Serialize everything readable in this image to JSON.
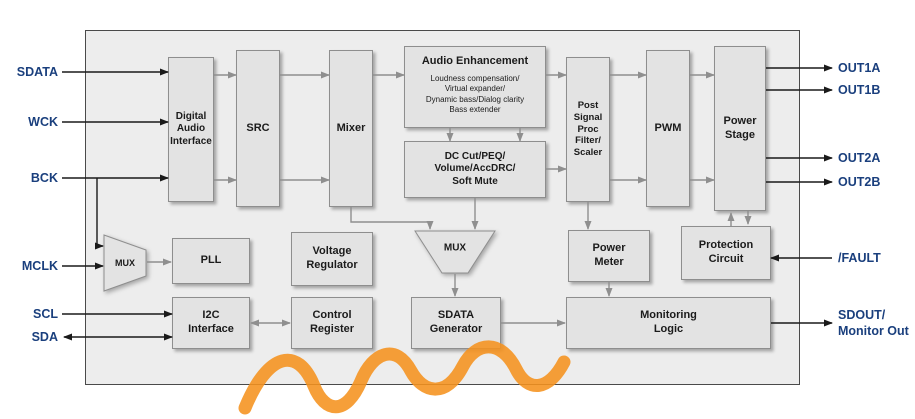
{
  "colors": {
    "port_label_blue": "#1a3f7d",
    "block_fill": "#e3e3e3",
    "block_border": "#8e8e8e",
    "wire_gray": "#8f8f8f",
    "wire_black": "#1a1a1a",
    "canvas_fill": "#ededed",
    "watermark_orange": "#f5921e"
  },
  "ports": {
    "left": {
      "sdata": "SDATA",
      "wck": "WCK",
      "bck": "BCK",
      "mclk": "MCLK",
      "scl": "SCL",
      "sda": "SDA"
    },
    "right": {
      "out1a": "OUT1A",
      "out1b": "OUT1B",
      "out2a": "OUT2A",
      "out2b": "OUT2B",
      "fault": "/FAULT",
      "sdout": "SDOUT/\nMonitor Out"
    }
  },
  "blocks": {
    "dai": {
      "label": "Digital\nAudio\nInterface"
    },
    "src": {
      "label": "SRC"
    },
    "mixer": {
      "label": "Mixer"
    },
    "audio_enhancement": {
      "title": "Audio Enhancement",
      "details": "Loudness compensation/\nVirtual expander/\nDynamic bass/Dialog clarity\nBass extender"
    },
    "dc_cut": {
      "label": "DC Cut/PEQ/\nVolume/AccDRC/\nSoft Mute"
    },
    "post": {
      "label": "Post\nSignal\nProc\nFilter/\nScaler"
    },
    "pwm": {
      "label": "PWM"
    },
    "power_stage": {
      "label": "Power\nStage"
    },
    "mux_clock": {
      "label": "MUX"
    },
    "pll": {
      "label": "PLL"
    },
    "voltage_regulator": {
      "label": "Voltage\nRegulator"
    },
    "mux_data": {
      "label": "MUX"
    },
    "power_meter": {
      "label": "Power\nMeter"
    },
    "protection": {
      "label": "Protection\nCircuit"
    },
    "i2c": {
      "label": "I2C\nInterface"
    },
    "control_register": {
      "label": "Control\nRegister"
    },
    "sdata_generator": {
      "label": "SDATA\nGenerator"
    },
    "monitoring_logic": {
      "label": "Monitoring\nLogic"
    }
  }
}
